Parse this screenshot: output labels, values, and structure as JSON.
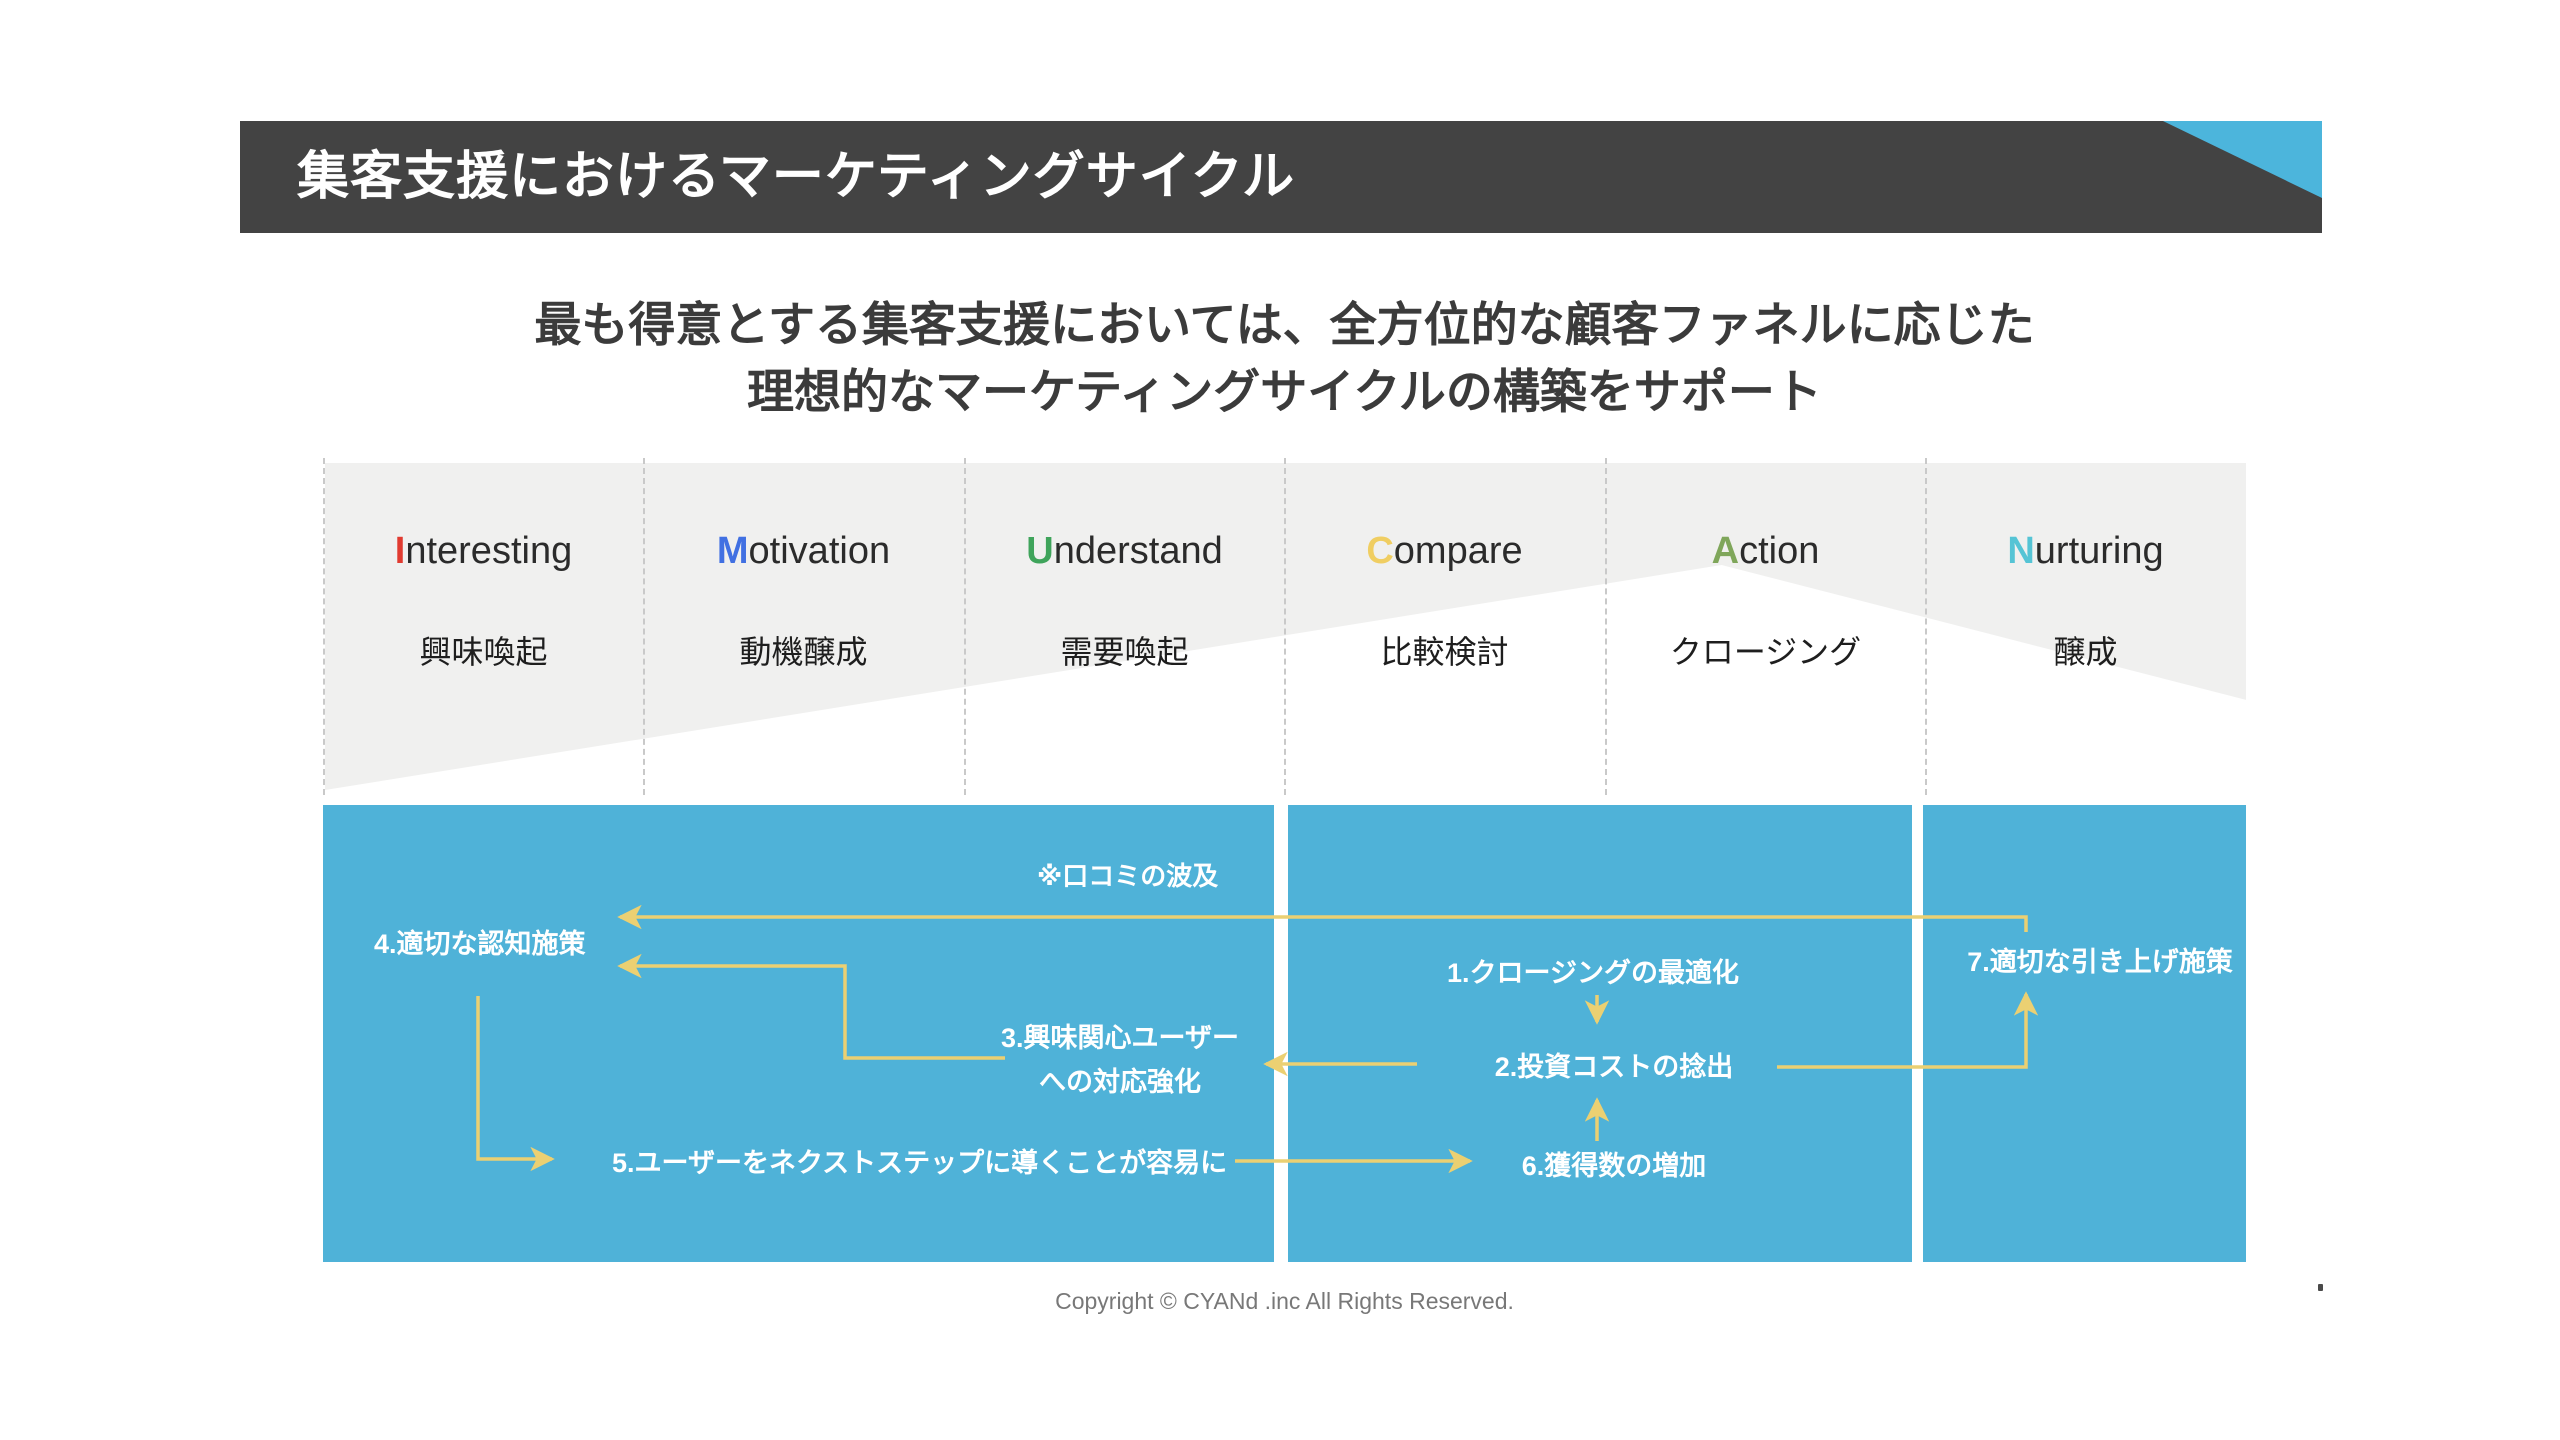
{
  "colors": {
    "header_bg": "#434343",
    "corner_accent": "#4CB5DC",
    "band_gray": "#F0F0EF",
    "box_blue": "#4FB2D8",
    "arrow_yellow": "#EBD072",
    "intro_text": "#3B3B3B",
    "footer_gray": "#787878"
  },
  "header": {
    "title": "集客支援におけるマーケティングサイクル"
  },
  "intro": {
    "line1": "最も得意とする集客支援においては、全方位的な顧客ファネルに応じた",
    "line2": "理想的なマーケティングサイクルの構築をサポート"
  },
  "funnel": {
    "columns": [
      {
        "initial": "I",
        "rest": "nteresting",
        "initial_color": "#E13B30",
        "jp": "興味喚起"
      },
      {
        "initial": "M",
        "rest": "otivation",
        "initial_color": "#4170E2",
        "jp": "動機醸成"
      },
      {
        "initial": "U",
        "rest": "nderstand",
        "initial_color": "#3FA45B",
        "jp": "需要喚起"
      },
      {
        "initial": "C",
        "rest": "ompare",
        "initial_color": "#F0CE62",
        "jp": "比較検討"
      },
      {
        "initial": "A",
        "rest": "ction",
        "initial_color": "#7FA65A",
        "jp": "クロージング"
      },
      {
        "initial": "N",
        "rest": "urturing",
        "initial_color": "#55C4D5",
        "jp": "醸成"
      }
    ]
  },
  "flow": {
    "wave_note": "※口コミの波及",
    "item1": "1.クロージングの最適化",
    "item2": "2.投資コストの捻出",
    "item3": "3.興味関心ユーザー\nへの対応強化",
    "item4": "4.適切な認知施策",
    "item5": "5.ユーザーをネクストステップに導くことが容易に",
    "item6": "6.獲得数の増加",
    "item7": "7.適切な引き上げ施策"
  },
  "footer": {
    "copyright": "Copyright © CYANd .inc All Rights Reserved.",
    "period": "."
  }
}
